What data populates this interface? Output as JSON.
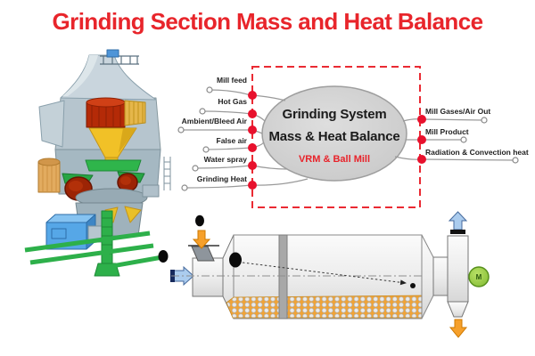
{
  "title": "Grinding Section Mass and Heat Balance",
  "diagram": {
    "ellipse": {
      "line1": "Grinding System",
      "line2": "Mass & Heat Balance",
      "line3": "VRM & Ball Mill"
    },
    "inputs": [
      {
        "label": "Mill feed"
      },
      {
        "label": "Hot Gas"
      },
      {
        "label": "Ambient/Bleed Air"
      },
      {
        "label": "False air"
      },
      {
        "label": "Water spray"
      },
      {
        "label": "Grinding Heat"
      }
    ],
    "outputs": [
      {
        "label": "Mill Gases/Air Out"
      },
      {
        "label": "Mill Product"
      },
      {
        "label": "Radiation & Convection heat"
      }
    ]
  },
  "ball_mill": {
    "motor_label": "M"
  },
  "icons": {
    "inlet_arrow": "arrow-right-blue",
    "feed_arrow": "arrow-down-orange",
    "gas_out_arrow": "arrow-up-blue",
    "product_out_arrow": "arrow-down-orange",
    "connector_node": "red-dot",
    "line_terminal": "open-circle"
  },
  "colors": {
    "title": "#e8252b",
    "dashed_border": "#ea2a33",
    "node_dot": "#e8112d",
    "ellipse_fill": "#d2d2d2",
    "ellipse_subtext": "#e8232a",
    "charge_orange": "#f0a336",
    "motor_green": "#8cc63e",
    "arrow_blue": "#abccee",
    "arrow_orange": "#f6a02b"
  }
}
